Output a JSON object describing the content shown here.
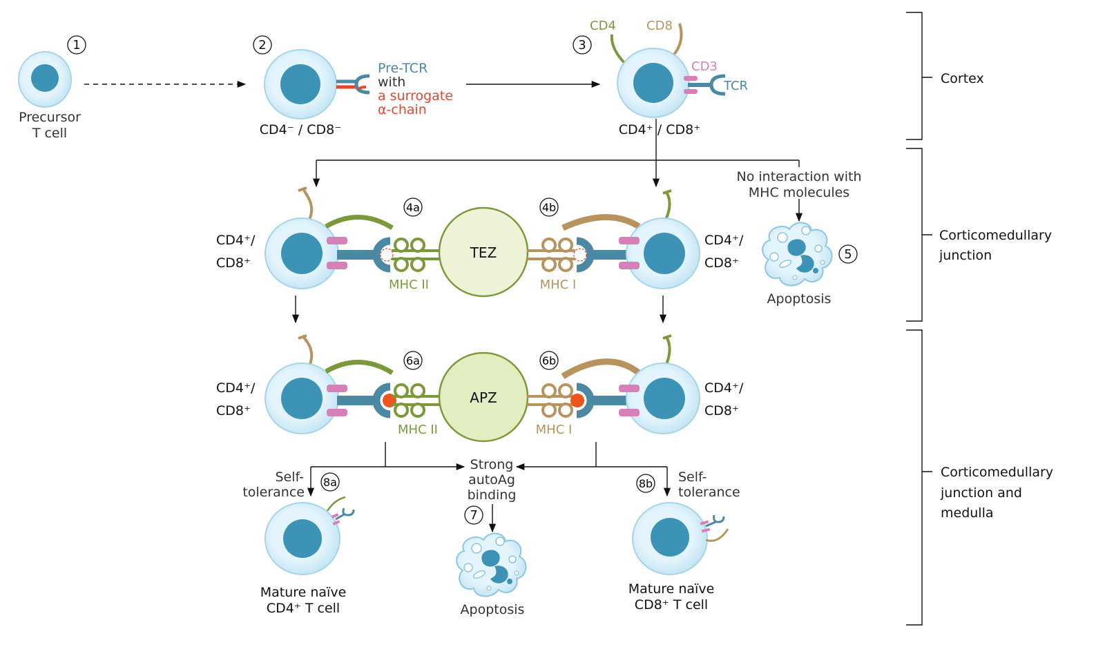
{
  "colors": {
    "cell": "#d8eff9",
    "cell_edge": "#a6d4ea",
    "nucleus": "#3d93b6",
    "tcr": "#4a88a4",
    "cd3": "#d67fb8",
    "cd4": "#7a9a3a",
    "cd8": "#b8935e",
    "alpha_chain": "#e8452c",
    "peptide": "#f0541e"
  },
  "steps": {
    "s1": "1",
    "s2": "2",
    "s3": "3",
    "s4a": "4a",
    "s4b": "4b",
    "s5": "5",
    "s6a": "6a",
    "s6b": "6b",
    "s7": "7",
    "s8a": "8a",
    "s8b": "8b"
  },
  "stage1": {
    "line1": "Precursor",
    "line2": "T cell"
  },
  "stage2": {
    "label": "CD4⁻ / CD8⁻",
    "pretcr": "Pre-TCR",
    "with": "with",
    "surrogate": "a surrogate",
    "alpha": "α-chain"
  },
  "stage3": {
    "label": "CD4⁺ / CD8⁺",
    "cd4": "CD4",
    "cd8": "CD8",
    "cd3": "CD3",
    "tcr": "TCR"
  },
  "cell_dp": {
    "line1": "CD4⁺/",
    "line2": "CD8⁺"
  },
  "no_interaction": {
    "line1": "No interaction with",
    "line2": "MHC molecules"
  },
  "apoptosis": "Apoptosis",
  "tez": "TEZ",
  "apz": "APZ",
  "mhc2": "MHC II",
  "mhc1": "MHC I",
  "strong": {
    "line1": "Strong",
    "line2": "autoAg",
    "line3": "binding"
  },
  "self_tolerance": {
    "line1": "Self-",
    "line2": "tolerance"
  },
  "mature_cd4": {
    "line1": "Mature naïve",
    "line2": "CD4⁺ T cell"
  },
  "mature_cd8": {
    "line1": "Mature naïve",
    "line2": "CD8⁺ T cell"
  },
  "regions": {
    "cortex": "Cortex",
    "cmj_line1": "Corticomedullary",
    "cmj_line2": "junction",
    "cmjm_line1": "Corticomedullary",
    "cmjm_line2": "junction and",
    "cmjm_line3": "medulla"
  }
}
